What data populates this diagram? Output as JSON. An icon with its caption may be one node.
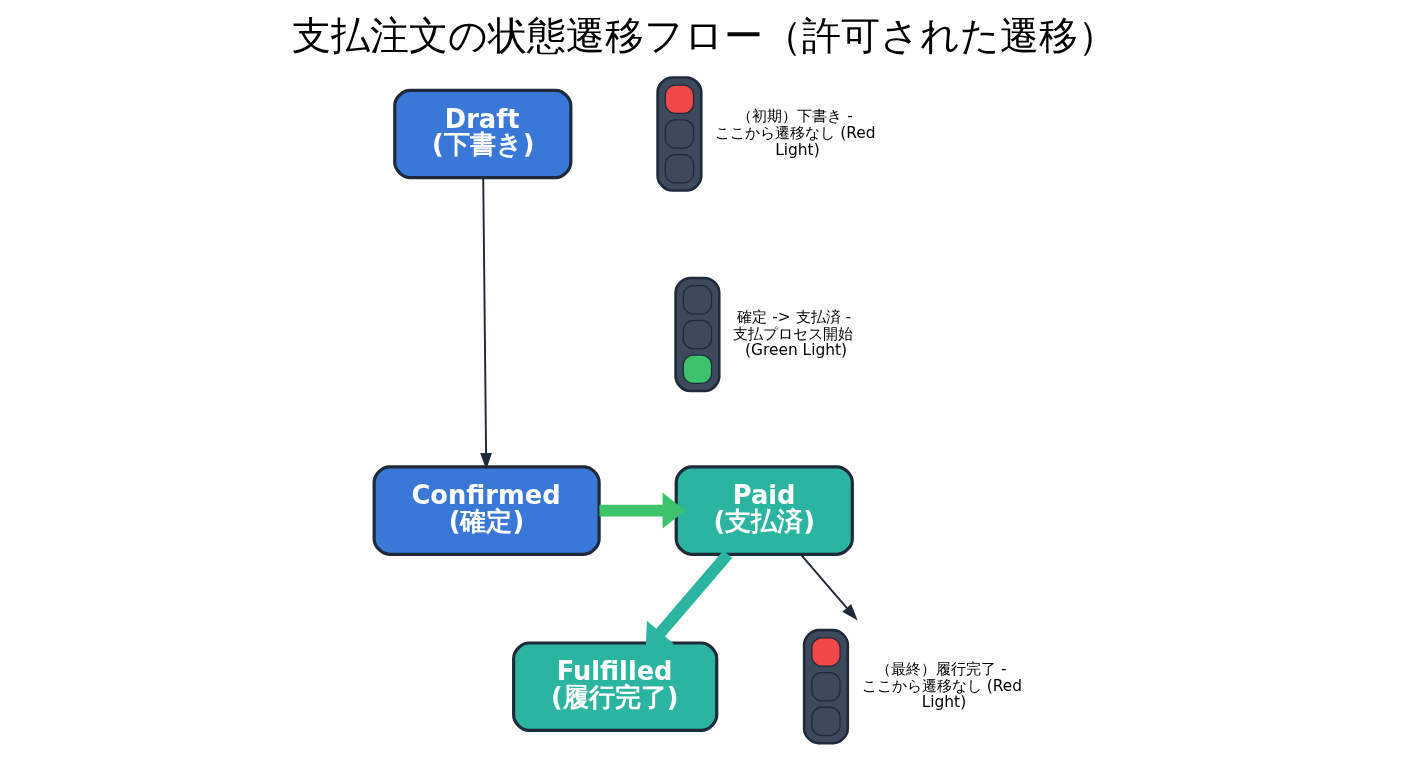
{
  "diagram": {
    "title": "支払注文の状態遷移フロー（許可された遷移）",
    "nodes": [
      {
        "text": [
          "Draft",
          "(下書き)"
        ]
      },
      {
        "text": [
          "Confirmed",
          "(確定)"
        ]
      },
      {
        "text": [
          "Paid",
          "(支払済)"
        ]
      },
      {
        "text": [
          "Fulfilled",
          "(履行完了)"
        ]
      },
      {
        "text": [],
        "shape": "picture",
        "beside": [
          "（初期）下書き - ここから遷移なし (Red Light)"
        ]
      },
      {
        "text": [],
        "shape": "picture",
        "beside": [
          "確定 -> 支払済 - 支払プロセス開始 (Green Light)"
        ]
      },
      {
        "text": [],
        "shape": "picture",
        "beside": [
          "（最終）履行完了 - ここから遷移なし (Red Light)"
        ]
      }
    ],
    "edges": [
      {
        "from": 0,
        "to": 1,
        "arrow": "to"
      },
      {
        "from": 1,
        "to": 2,
        "arrow": "to",
        "style": "thick",
        "color": "#3cc36c"
      },
      {
        "from": 2,
        "to": 3,
        "arrow": "to",
        "style": "thick",
        "color": "#2bb5a0"
      },
      {
        "from": 2,
        "to": 6,
        "arrow": "to"
      }
    ]
  }
}
